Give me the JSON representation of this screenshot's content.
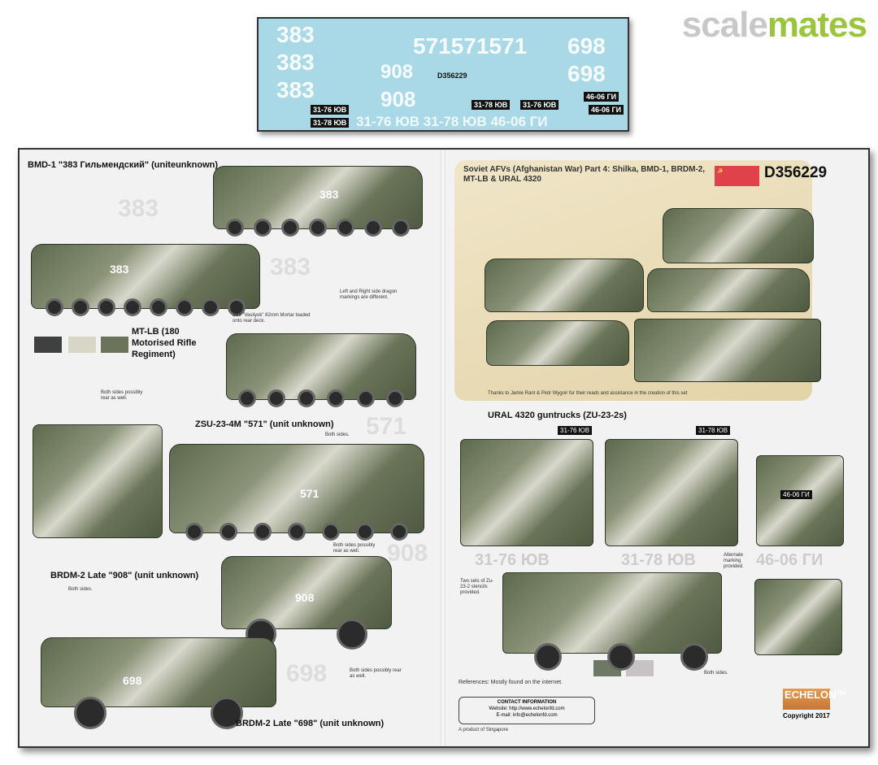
{
  "watermark": {
    "part1": "scale",
    "part2": "mates"
  },
  "decal_sheet": {
    "code": "D356229",
    "numbers": [
      "383",
      "383",
      "383",
      "571571571",
      "908",
      "908",
      "698",
      "698"
    ],
    "plates": [
      "31-76 ЮВ",
      "31-78 ЮВ",
      "31-78 ЮВ",
      "31-76 ЮВ",
      "46-06 ГИ",
      "46-06 ГИ"
    ],
    "bottom_text": "31-76 ЮВ 31-78 ЮВ 46-06 ГИ"
  },
  "left_page": {
    "bmd1": "BMD-1 \"383 Гильмендский\" (uniteunknown)",
    "dragon_note": "Left and Right side dragon markings are different.",
    "mortar_note": "2B9 \"Vasilyok\" 82mm Mortar loaded onto rear deck.",
    "mtlb": "MT-LB (180 Motorised Rifle Regiment)",
    "both_sides_note": "Both sides possibly rear as well.",
    "zsu": "ZSU-23-4M \"571\" (unit unknown)",
    "both_sides": "Both sides.",
    "brdm908": "BRDM-2 Late \"908\" (unit unknown)",
    "brdm908_note": "Both sides possibly rear as well.",
    "brdm908_sides": "Both sides.",
    "brdm698": "BRDM-2 Late \"698\" (unit unknown)",
    "brdm698_note": "Both sides possibly rear as well.",
    "vehicle_numbers": {
      "bmd_top": "383",
      "bmd_bottom": "383",
      "zsu": "571",
      "brdm908": "908",
      "brdm698": "698"
    },
    "ghost_numbers": [
      "383",
      "383",
      "571",
      "908",
      "698"
    ]
  },
  "right_page": {
    "title": "Soviet AFVs (Afghanistan War) Part 4: Shilka, BMD-1, BRDM-2, MT-LB & URAL 4320",
    "code": "D356229",
    "flag_symbol": "☭",
    "thanks": "Thanks to Jamie Rant & Piotr Wygoir for their reads and assistance in the creation of this set",
    "ural": "URAL 4320 guntrucks (ZU-23-2s)",
    "plates": [
      "31-76 ЮВ",
      "31-78 ЮВ",
      "46-06 ГИ"
    ],
    "ghost_plates": [
      "31-76 ЮВ",
      "31-78 ЮВ",
      "46-06 ГИ"
    ],
    "alt_note": "Alternate marking provided.",
    "stencil_note": "Two sets of Zu-23-2 stencils provided.",
    "both_sides": "Both sides.",
    "references": "References: Mostly found on the internet.",
    "contact": {
      "heading": "CONTACT INFORMATION",
      "website": "Website: http://www.echelonfd.com",
      "email": "E-mail: info@echelonfd.com"
    },
    "origin": "A product of Singapore",
    "brand": "ECHELON™",
    "copyright": "Copyright 2017"
  },
  "colors": {
    "olive": "#5d6a4e",
    "sand": "#e3d3a8",
    "flag_red": "#e0414a",
    "decal_blue": "#a9d9e6",
    "brand_green": "#9bc53d"
  }
}
